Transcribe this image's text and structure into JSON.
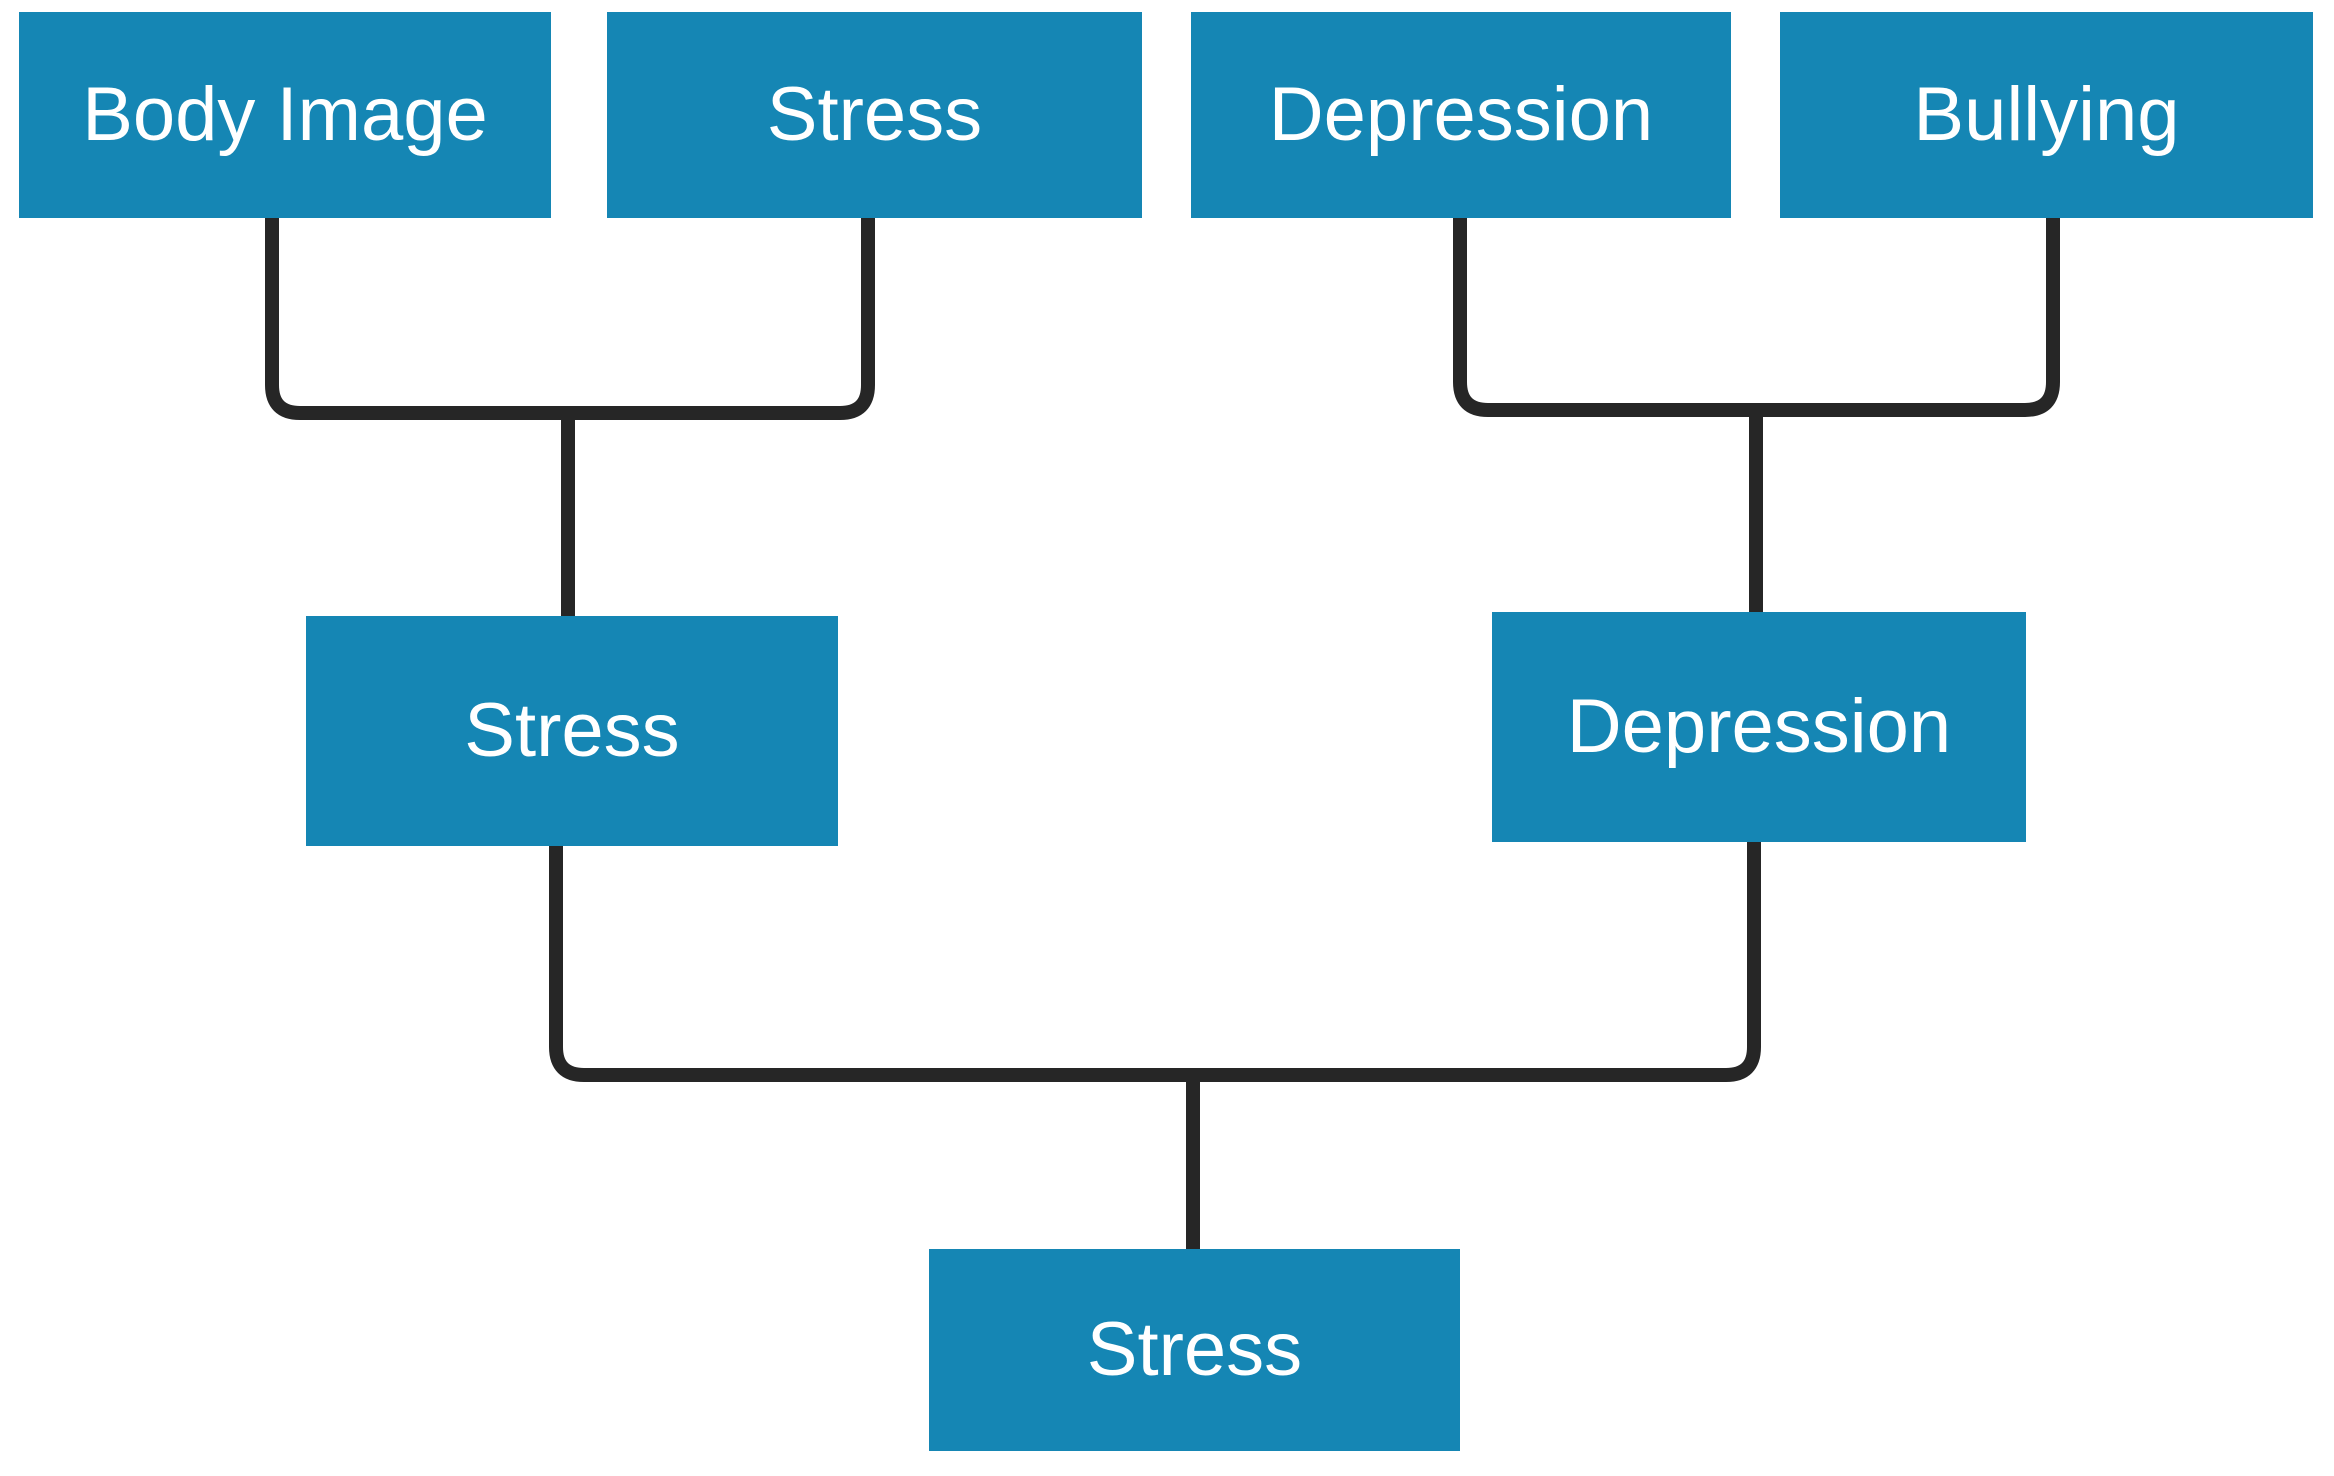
{
  "diagram": {
    "kind": "hierarchy-tree",
    "background_color": "#FFFFFF",
    "node_fill_color": "#1586B4",
    "node_text_color": "#FFFFFF",
    "connector_color": "#262626",
    "nodes": {
      "top": [
        {
          "label": "Body Image"
        },
        {
          "label": "Stress"
        },
        {
          "label": "Depression"
        },
        {
          "label": "Bullying"
        }
      ],
      "middle": [
        {
          "label": "Stress"
        },
        {
          "label": "Depression"
        }
      ],
      "bottom": [
        {
          "label": "Stress"
        }
      ]
    },
    "edges": [
      {
        "from": [
          "Body Image",
          "Stress"
        ],
        "to": "Stress"
      },
      {
        "from": [
          "Depression",
          "Bullying"
        ],
        "to": "Depression"
      },
      {
        "from": [
          "Stress",
          "Depression"
        ],
        "to": "Stress"
      }
    ]
  }
}
